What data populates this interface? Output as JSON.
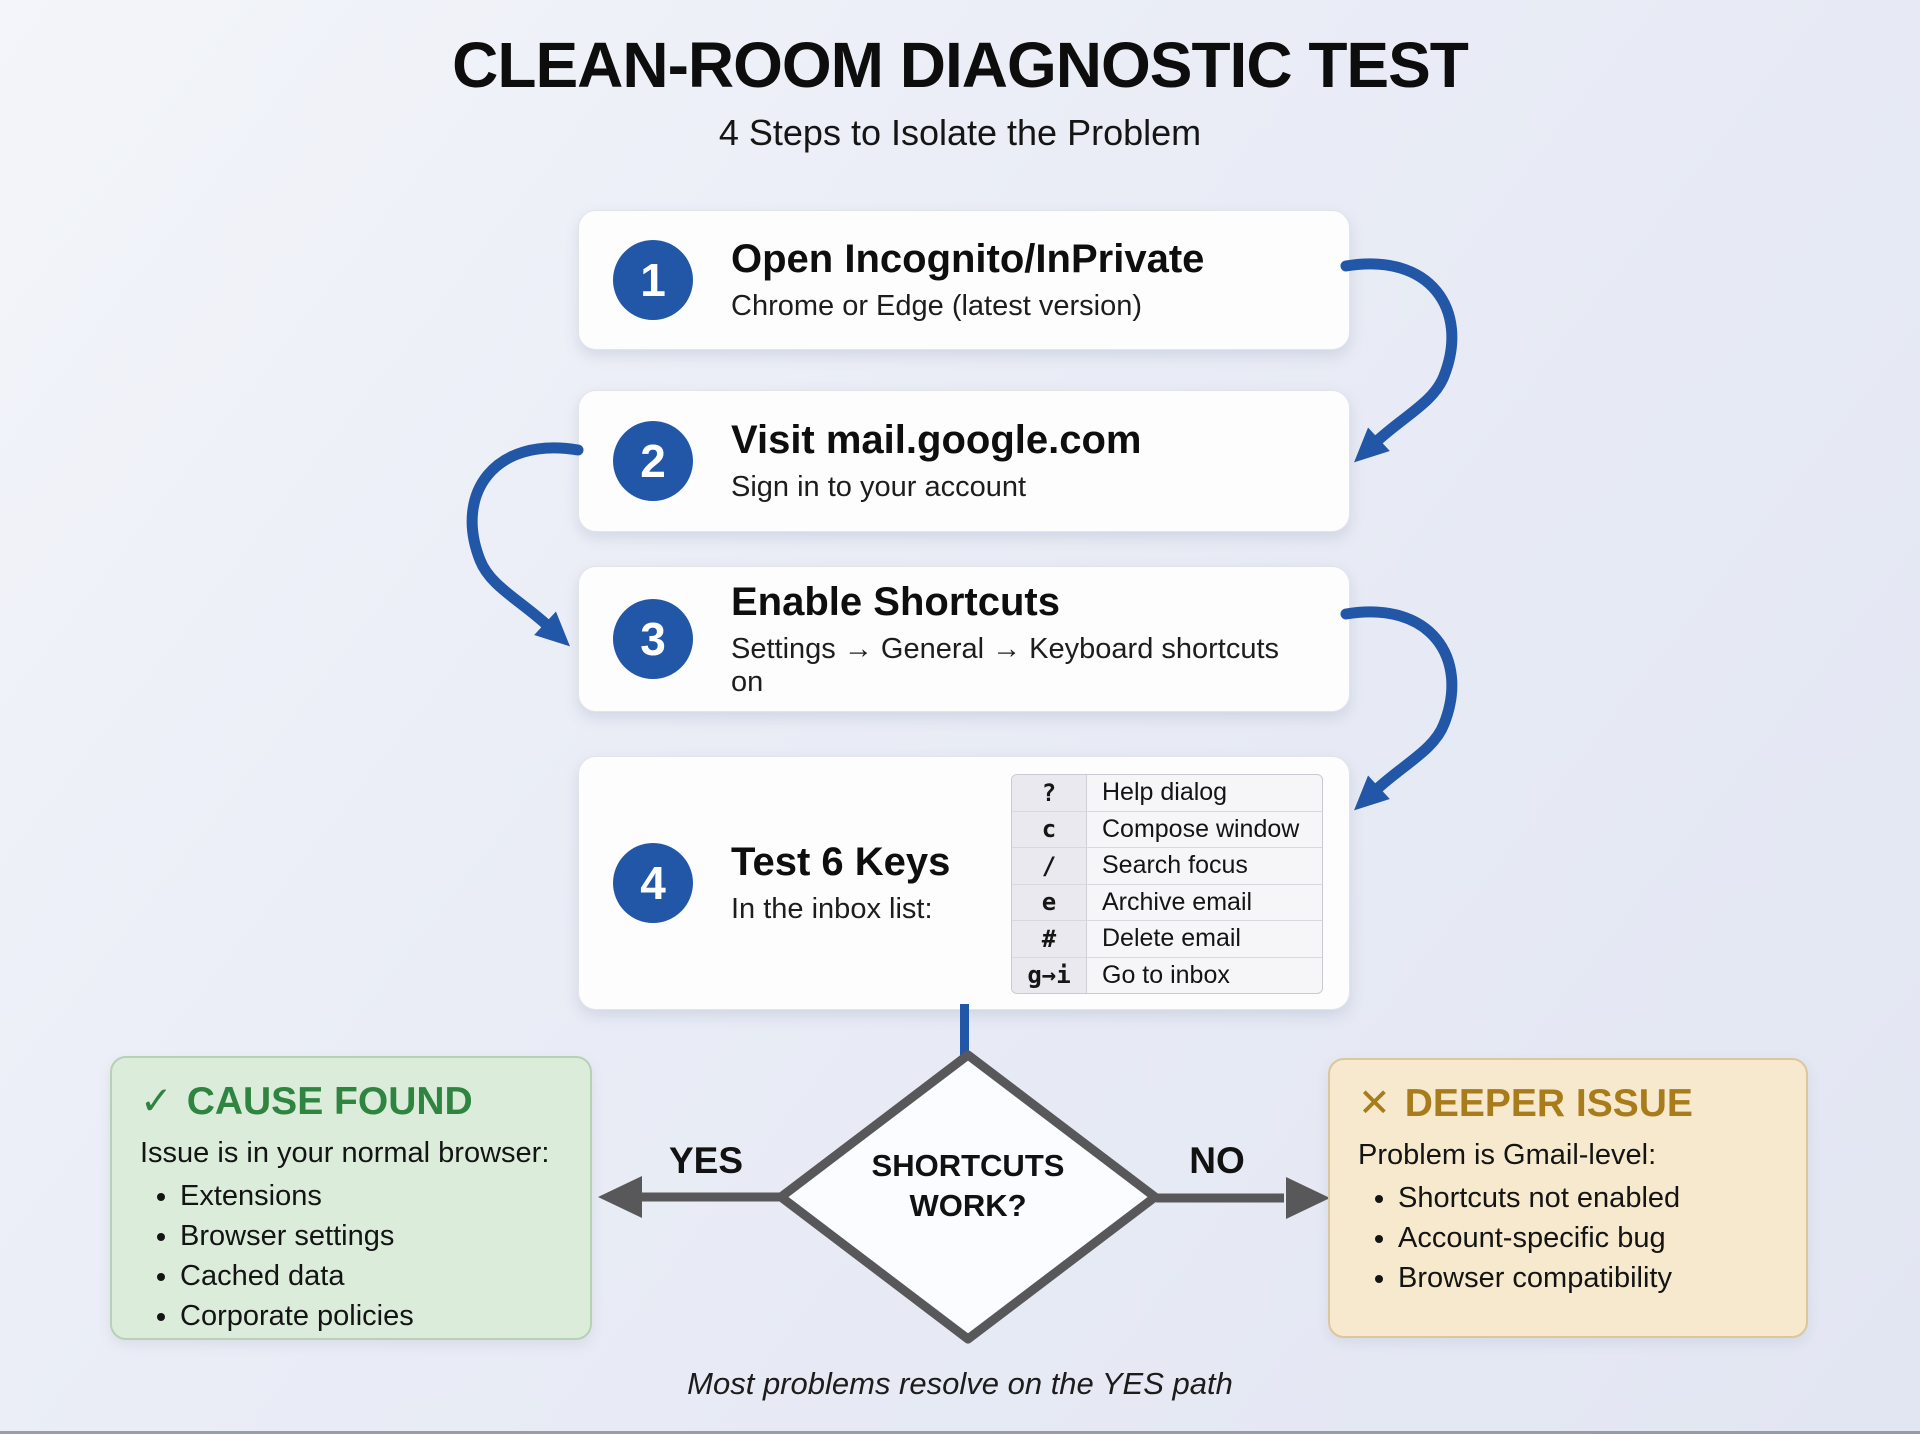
{
  "title": "CLEAN-ROOM DIAGNOSTIC TEST",
  "subtitle": "4 Steps to Isolate the Problem",
  "steps": [
    {
      "number": "1",
      "title": "Open Incognito/InPrivate",
      "subtitle": "Chrome or Edge (latest version)"
    },
    {
      "number": "2",
      "title": "Visit mail.google.com",
      "subtitle": "Sign in to your account"
    },
    {
      "number": "3",
      "title": "Enable Shortcuts",
      "subtitle": "Settings → General → Keyboard shortcuts on"
    },
    {
      "number": "4",
      "title": "Test 6 Keys",
      "subtitle": "In the inbox list:"
    }
  ],
  "shortcut_table": {
    "rows": [
      {
        "key": "?",
        "action": "Help dialog"
      },
      {
        "key": "c",
        "action": "Compose window"
      },
      {
        "key": "/",
        "action": "Search focus"
      },
      {
        "key": "e",
        "action": "Archive email"
      },
      {
        "key": "#",
        "action": "Delete email"
      },
      {
        "key": "g→i",
        "action": "Go to inbox"
      }
    ]
  },
  "decision": {
    "question": "SHORTCUTS WORK?",
    "yes_label": "YES",
    "no_label": "NO"
  },
  "outcome_yes": {
    "icon": "✓",
    "heading": "CAUSE FOUND",
    "lead": "Issue is in your normal browser:",
    "items": [
      "Extensions",
      "Browser settings",
      "Cached data",
      "Corporate policies"
    ]
  },
  "outcome_no": {
    "icon": "✕",
    "heading": "DEEPER ISSUE",
    "lead": "Problem is Gmail-level:",
    "items": [
      "Shortcuts not enabled",
      "Account-specific bug",
      "Browser compatibility"
    ]
  },
  "footer_note": "Most problems resolve on the YES path",
  "colors": {
    "accent_blue": "#2157a6",
    "green_heading": "#2f8540",
    "green_bg": "#dcecdb",
    "gold_heading": "#a87b1b",
    "gold_bg": "#f7e9cd",
    "diamond_gray": "#58585a"
  }
}
